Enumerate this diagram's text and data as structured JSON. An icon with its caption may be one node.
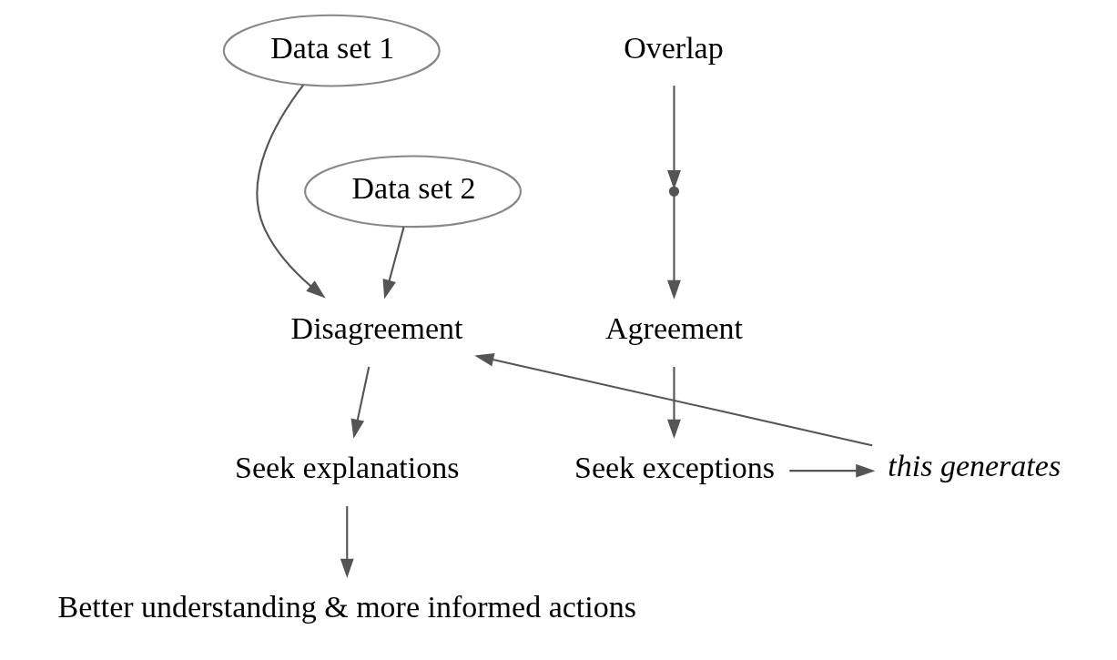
{
  "diagram": {
    "nodes": [
      {
        "text": [
          "Data set 1"
        ]
      },
      {
        "text": [
          "Data set 2"
        ]
      },
      {
        "text": [],
        "shape": "point"
      },
      {
        "text": [
          "Overlap"
        ]
      },
      {
        "text": [
          "Agreement"
        ]
      },
      {
        "text": [
          "Seek exceptions"
        ]
      },
      {
        "text": [
          "this generates"
        ]
      },
      {
        "text": [
          "Disagreement"
        ]
      },
      {
        "text": [
          "Seek explanations"
        ]
      },
      {
        "text": [
          "Better understanding & more informed actions"
        ]
      }
    ],
    "edges": [
      {
        "from": 3,
        "to": 2,
        "arrow": "to"
      },
      {
        "from": 2,
        "to": 4,
        "arrow": "to"
      },
      {
        "from": 0,
        "to": 7,
        "arrow": "to"
      },
      {
        "from": 1,
        "to": 7,
        "arrow": "to"
      },
      {
        "from": 4,
        "to": 5,
        "arrow": "to"
      },
      {
        "from": 5,
        "to": 6,
        "arrow": "to"
      },
      {
        "from": 6,
        "to": 7,
        "arrow": "to"
      },
      {
        "from": 7,
        "to": 8,
        "arrow": "to"
      },
      {
        "from": 8,
        "to": 9,
        "arrow": "to"
      }
    ]
  }
}
